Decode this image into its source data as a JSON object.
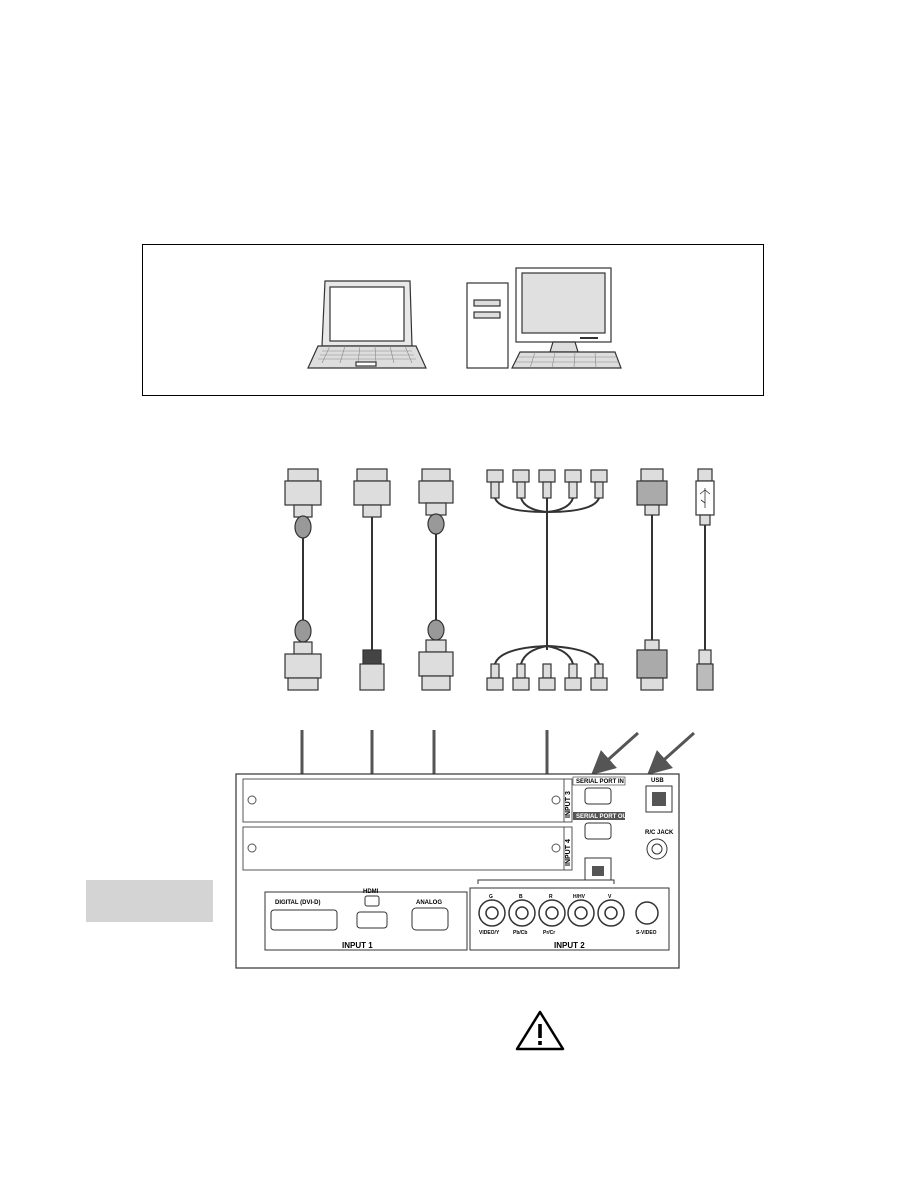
{
  "panel": {
    "serial_in_label": "SERIAL PORT IN",
    "serial_out_label": "SERIAL PORT OUT",
    "usb_label": "USB",
    "rc_jack_label": "R/C JACK",
    "input3_label": "INPUT 3",
    "input4_label": "INPUT 4",
    "dvi_label": "DIGITAL (DVI-D)",
    "hdmi_label": "HDMI",
    "analog_label": "ANALOG",
    "input1_label": "INPUT 1",
    "input2_label": "INPUT 2",
    "bnc_top_labels": [
      "G",
      "B",
      "R",
      "H/HV",
      "V"
    ],
    "bnc_bottom_labels": [
      "VIDEO/Y",
      "Pb/Cb",
      "Pr/Cr"
    ],
    "svideo_label": "S-VIDEO"
  },
  "icons": {
    "laptop": "laptop-icon",
    "desktop": "desktop-computer-icon",
    "warning": "warning-triangle-icon"
  }
}
